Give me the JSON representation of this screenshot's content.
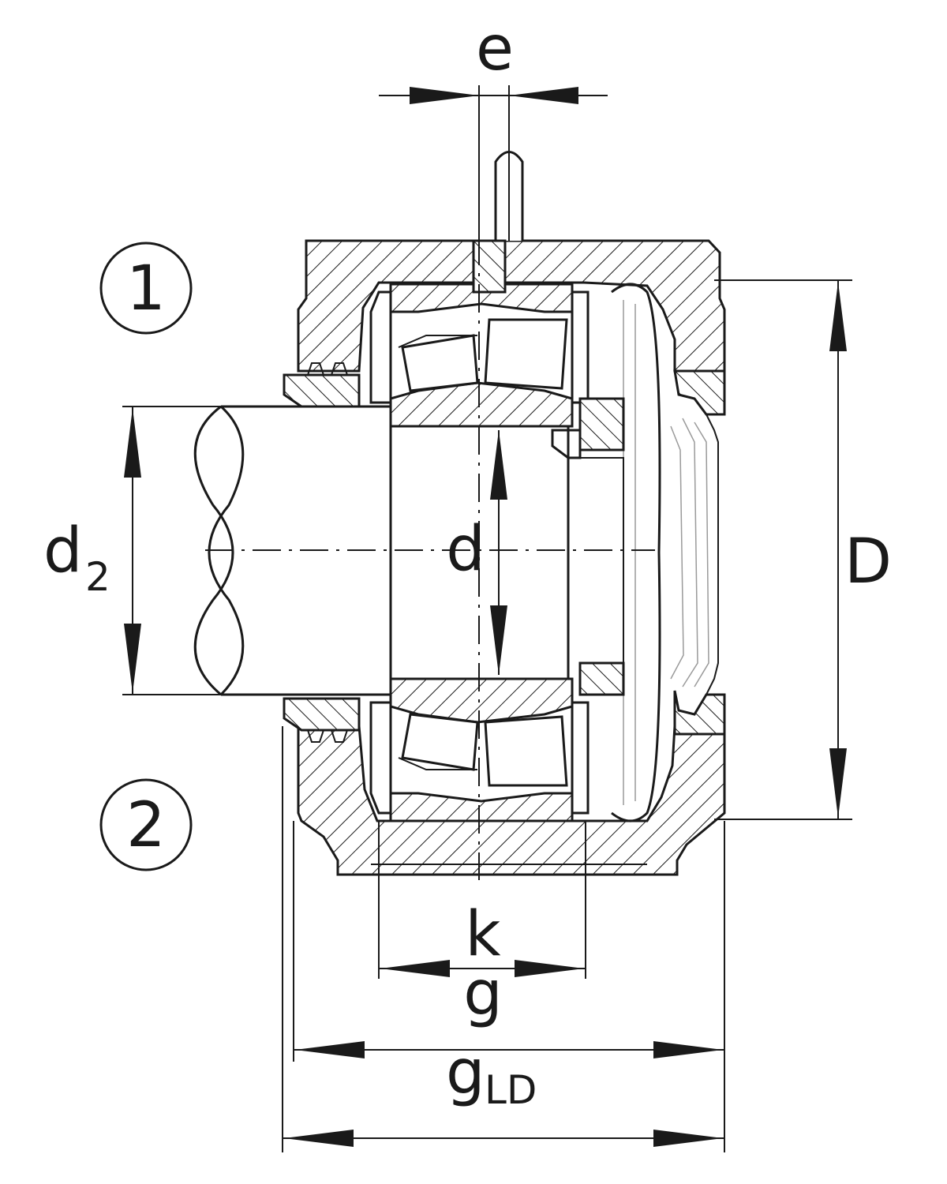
{
  "callouts": [
    {
      "number": "1"
    },
    {
      "number": "2"
    }
  ],
  "dimensions": {
    "e": "e",
    "d": "d",
    "d2_main": "d",
    "d2_sub": "2",
    "D": "D",
    "k": "k",
    "g": "g",
    "gLD_main": "g",
    "gLD_sub": "LD"
  }
}
